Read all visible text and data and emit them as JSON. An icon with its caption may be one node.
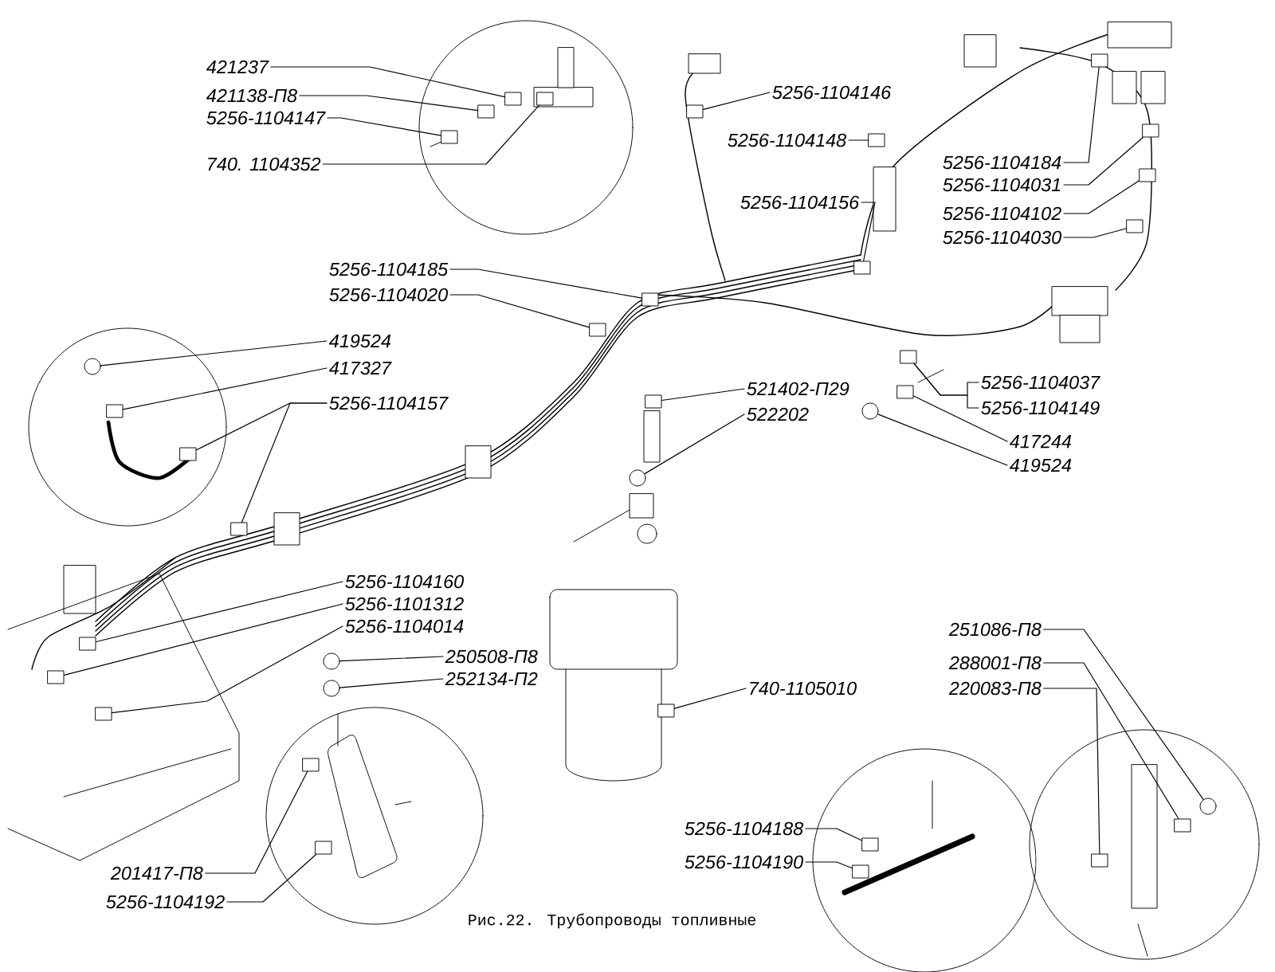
{
  "diagram": {
    "caption": "Рис.22. Трубопроводы топливные",
    "nodes": [
      {
        "text": [
          "421237"
        ]
      },
      {
        "text": [
          "421138-П8"
        ]
      },
      {
        "text": [
          "5256-1104147"
        ]
      },
      {
        "text": [
          "740. 1104352"
        ]
      },
      {
        "text": [
          "5256-1104146"
        ]
      },
      {
        "text": [
          "5256-1104148"
        ]
      },
      {
        "text": [
          "5256-1104156"
        ]
      },
      {
        "text": [
          "5256-1104184"
        ]
      },
      {
        "text": [
          "5256-1104031"
        ]
      },
      {
        "text": [
          "5256-1104102"
        ]
      },
      {
        "text": [
          "5256-1104030"
        ]
      },
      {
        "text": [
          "5256-1104185"
        ]
      },
      {
        "text": [
          "5256-1104020"
        ]
      },
      {
        "text": [
          "419524"
        ]
      },
      {
        "text": [
          "417327"
        ]
      },
      {
        "text": [
          "5256-1104157"
        ]
      },
      {
        "text": [
          "521402-П29"
        ]
      },
      {
        "text": [
          "522202"
        ]
      },
      {
        "text": [
          "5256-1104037"
        ]
      },
      {
        "text": [
          "5256-1104149"
        ]
      },
      {
        "text": [
          "417244"
        ]
      },
      {
        "text": [
          "419524"
        ]
      },
      {
        "text": [
          "5256-1104160"
        ]
      },
      {
        "text": [
          "5256-1101312"
        ]
      },
      {
        "text": [
          "5256-1104014"
        ]
      },
      {
        "text": [
          "250508-П8"
        ]
      },
      {
        "text": [
          "252134-П2"
        ]
      },
      {
        "text": [
          "740-1105010"
        ]
      },
      {
        "text": [
          "251086-П8"
        ]
      },
      {
        "text": [
          "288001-П8"
        ]
      },
      {
        "text": [
          "220083-П8"
        ]
      },
      {
        "text": [
          "201417-П8"
        ]
      },
      {
        "text": [
          "5256-1104192"
        ]
      },
      {
        "text": [
          "5256-1104188"
        ]
      },
      {
        "text": [
          "5256-1104190"
        ]
      },
      {
        "text": [],
        "shape": "box"
      },
      {
        "text": [],
        "shape": "box"
      },
      {
        "text": [],
        "shape": "box"
      },
      {
        "text": [],
        "shape": "box"
      },
      {
        "text": [],
        "shape": "box"
      },
      {
        "text": [],
        "shape": "box"
      },
      {
        "text": [],
        "shape": "box"
      },
      {
        "text": [],
        "shape": "box"
      },
      {
        "text": [],
        "shape": "box"
      },
      {
        "text": [],
        "shape": "box"
      },
      {
        "text": [],
        "shape": "box"
      },
      {
        "text": [],
        "shape": "box"
      },
      {
        "text": [],
        "shape": "box"
      },
      {
        "text": [],
        "shape": "circle"
      },
      {
        "text": [],
        "shape": "box"
      },
      {
        "text": [],
        "shape": "box"
      },
      {
        "text": [],
        "shape": "box"
      },
      {
        "text": [],
        "shape": "box"
      },
      {
        "text": [],
        "shape": "circle"
      },
      {
        "text": [],
        "shape": "box"
      },
      {
        "text": [],
        "shape": "box"
      },
      {
        "text": [],
        "shape": "circle"
      },
      {
        "text": [],
        "shape": "box"
      },
      {
        "text": [],
        "shape": "box"
      },
      {
        "text": [],
        "shape": "box"
      },
      {
        "text": [],
        "shape": "circle"
      },
      {
        "text": [],
        "shape": "circle"
      },
      {
        "text": [],
        "shape": "box"
      },
      {
        "text": [],
        "shape": "circle"
      },
      {
        "text": [],
        "shape": "box"
      },
      {
        "text": [],
        "shape": "box"
      },
      {
        "text": [],
        "shape": "box"
      },
      {
        "text": [],
        "shape": "box"
      },
      {
        "text": [],
        "shape": "box"
      },
      {
        "text": [],
        "shape": "box"
      }
    ],
    "edges": [
      {
        "from": 0,
        "to": 35,
        "arrow": "none"
      },
      {
        "from": 1,
        "to": 36,
        "arrow": "none"
      },
      {
        "from": 2,
        "to": 37,
        "arrow": "none"
      },
      {
        "from": 3,
        "to": 38,
        "arrow": "none"
      },
      {
        "from": 4,
        "to": 39,
        "arrow": "none"
      },
      {
        "from": 5,
        "to": 40,
        "arrow": "none"
      },
      {
        "from": 6,
        "to": 41,
        "arrow": "none"
      },
      {
        "from": 7,
        "to": 42,
        "arrow": "none"
      },
      {
        "from": 8,
        "to": 43,
        "arrow": "none"
      },
      {
        "from": 9,
        "to": 44,
        "arrow": "none"
      },
      {
        "from": 10,
        "to": 45,
        "arrow": "none"
      },
      {
        "from": 11,
        "to": 46,
        "arrow": "none"
      },
      {
        "from": 12,
        "to": 47,
        "arrow": "none"
      },
      {
        "from": 13,
        "to": 48,
        "arrow": "none"
      },
      {
        "from": 14,
        "to": 49,
        "arrow": "none"
      },
      {
        "from": 15,
        "to": 50,
        "arrow": "none"
      },
      {
        "from": 15,
        "to": 51,
        "arrow": "none"
      },
      {
        "from": 16,
        "to": 52,
        "arrow": "none"
      },
      {
        "from": 17,
        "to": 53,
        "arrow": "none"
      },
      {
        "from": 18,
        "to": 54,
        "arrow": "none"
      },
      {
        "from": 19,
        "to": 54,
        "arrow": "none"
      },
      {
        "from": 20,
        "to": 55,
        "arrow": "none"
      },
      {
        "from": 21,
        "to": 56,
        "arrow": "none"
      },
      {
        "from": 22,
        "to": 57,
        "arrow": "none"
      },
      {
        "from": 23,
        "to": 58,
        "arrow": "none"
      },
      {
        "from": 24,
        "to": 59,
        "arrow": "none"
      },
      {
        "from": 25,
        "to": 60,
        "arrow": "none"
      },
      {
        "from": 26,
        "to": 61,
        "arrow": "none"
      },
      {
        "from": 27,
        "to": 62,
        "arrow": "none"
      },
      {
        "from": 28,
        "to": 63,
        "arrow": "none"
      },
      {
        "from": 29,
        "to": 64,
        "arrow": "none"
      },
      {
        "from": 30,
        "to": 65,
        "arrow": "none"
      },
      {
        "from": 31,
        "to": 66,
        "arrow": "none"
      },
      {
        "from": 32,
        "to": 67,
        "arrow": "none"
      },
      {
        "from": 33,
        "to": 68,
        "arrow": "none"
      },
      {
        "from": 34,
        "to": 69,
        "arrow": "none"
      }
    ]
  }
}
